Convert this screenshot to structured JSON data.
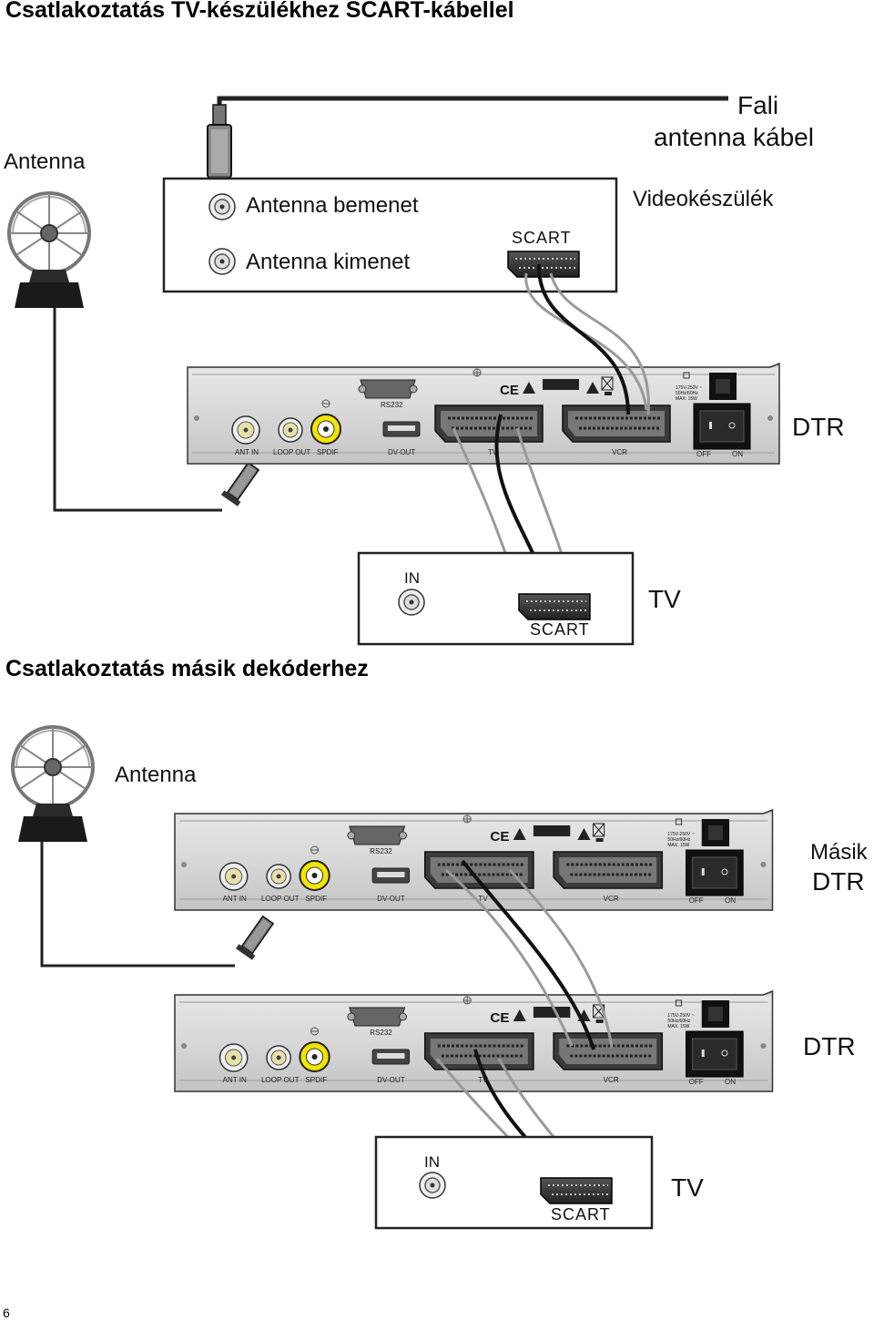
{
  "diagram1": {
    "title": "Csatlakoztatás TV-készülékhez SCART-kábellel",
    "wall_cable_label": [
      "Fali",
      "antenna kábel"
    ],
    "antenna_label": "Antenna",
    "vcr": {
      "label": "Videokészülék",
      "antenna_in_label": "Antenna bemenet",
      "antenna_out_label": "Antenna kimenet",
      "scart_label": "SCART"
    },
    "dtr_label": "DTR",
    "tv": {
      "label": "TV",
      "in_label": "IN",
      "scart_label": "SCART"
    }
  },
  "diagram2": {
    "title": "Csatlakoztatás másik dekóderhez",
    "antenna_label": "Antenna",
    "other_dtr_label": [
      "Másik",
      "DTR"
    ],
    "dtr_label": "DTR",
    "tv": {
      "label": "TV",
      "in_label": "IN",
      "scart_label": "SCART"
    }
  },
  "receiver_panel": {
    "ports": {
      "ant_in": "ANT IN",
      "loop_out": "LOOP OUT",
      "spdif": "SPDIF",
      "dv_out": "DV-OUT",
      "rs232": "RS232",
      "tv": "TV",
      "vcr": "VCR",
      "off": "OFF",
      "on": "ON"
    }
  },
  "page_number": "6",
  "colors": {
    "spdif": "#f2e600",
    "cable_dark": "#111111",
    "cable_light": "#9a9a9a",
    "panel": "#d9d9d9"
  }
}
